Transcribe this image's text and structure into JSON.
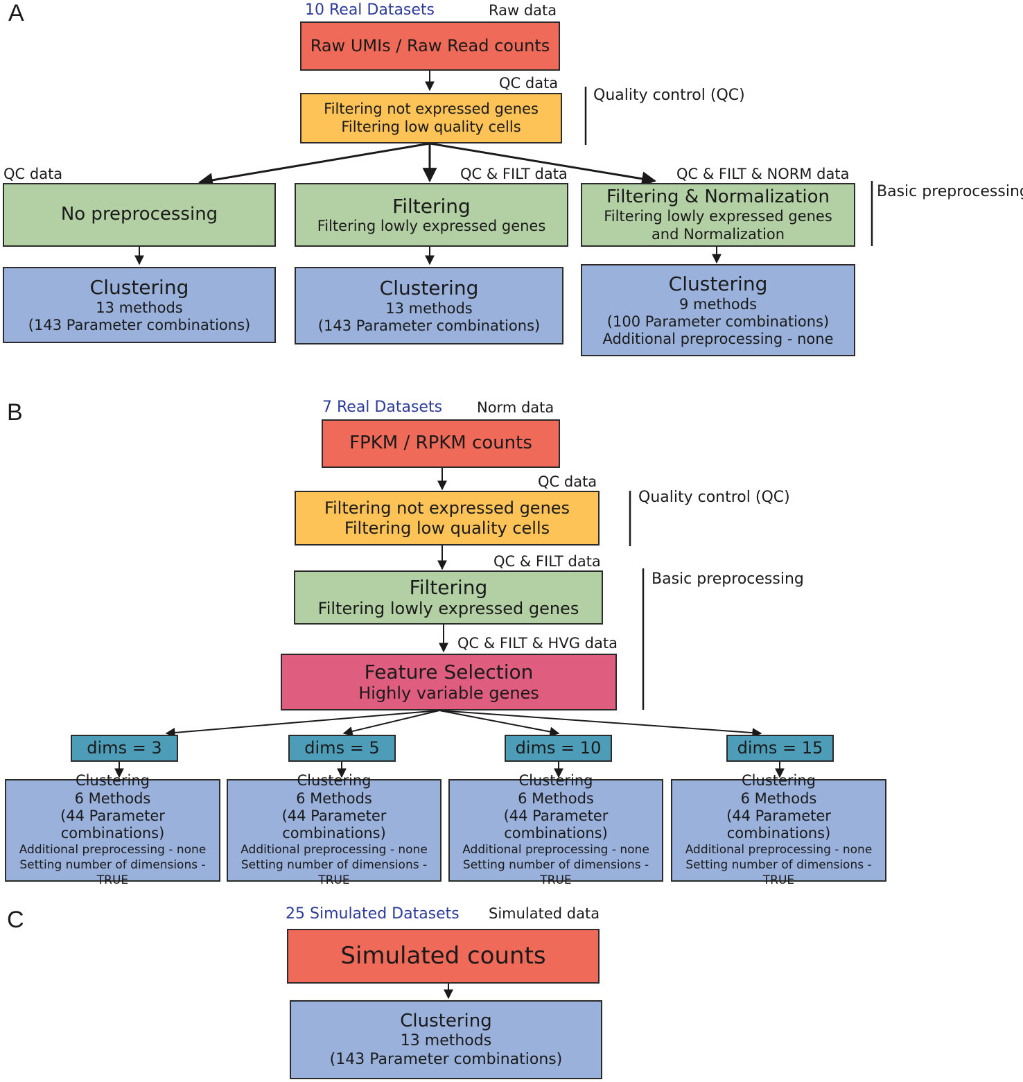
{
  "panelA": {
    "letter": "A",
    "datasets": "10 Real Datasets",
    "raw_label": "Raw data",
    "raw_box": "Raw UMIs / Raw Read counts",
    "qc_label": "QC data",
    "qc_line1": "Filtering not expressed genes",
    "qc_line2": "Filtering low quality cells",
    "qc_side": "Quality control (QC)",
    "branch1_label": "QC data",
    "branch2_label": "QC & FILT data",
    "branch3_label": "QC & FILT & NORM data",
    "basic_side": "Basic preprocessing",
    "nopre": "No preprocessing",
    "filt_title": "Filtering",
    "filt_sub": "Filtering lowly expressed genes",
    "fn_title": "Filtering & Normalization",
    "fn_sub1": "Filtering lowly expressed genes",
    "fn_sub2": "and Normalization",
    "c1_title": "Clustering",
    "c1_l2": "13 methods",
    "c1_l3": "(143 Parameter combinations)",
    "c2_title": "Clustering",
    "c2_l2": "13 methods",
    "c2_l3": "(143 Parameter combinations)",
    "c3_title": "Clustering",
    "c3_l2": "9 methods",
    "c3_l3": "(100 Parameter combinations)",
    "c3_l4": "Additional preprocessing - none"
  },
  "panelB": {
    "letter": "B",
    "datasets": "7 Real Datasets",
    "norm_label": "Norm data",
    "fpkm_box": "FPKM / RPKM counts",
    "qc_label": "QC data",
    "qc_line1": "Filtering not expressed genes",
    "qc_line2": "Filtering low quality cells",
    "qc_side": "Quality control (QC)",
    "filt_label": "QC & FILT data",
    "filt_title": "Filtering",
    "filt_sub": "Filtering lowly expressed genes",
    "basic_side": "Basic preprocessing",
    "hvg_label": "QC & FILT & HVG data",
    "fs_title": "Feature Selection",
    "fs_sub": "Highly variable genes",
    "dims": [
      {
        "label": "dims = 3"
      },
      {
        "label": "dims = 5"
      },
      {
        "label": "dims = 10"
      },
      {
        "label": "dims = 15"
      }
    ],
    "clusters": [
      {
        "l1": "Clustering",
        "l2": "6 Methods",
        "l3": "(44 Parameter combinations)",
        "l4": "Additional preprocessing - none",
        "l5": "Setting number of dimensions - TRUE"
      },
      {
        "l1": "Clustering",
        "l2": "6 Methods",
        "l3": "(44 Parameter combinations)",
        "l4": "Additional preprocessing - none",
        "l5": "Setting number of dimensions - TRUE"
      },
      {
        "l1": "Clustering",
        "l2": "6 Methods",
        "l3": "(44 Parameter combinations)",
        "l4": "Additional preprocessing - none",
        "l5": "Setting number of dimensions - TRUE"
      },
      {
        "l1": "Clustering",
        "l2": "6 Methods",
        "l3": "(44 Parameter combinations)",
        "l4": "Additional preprocessing - none",
        "l5": "Setting number of dimensions - TRUE"
      }
    ]
  },
  "panelC": {
    "letter": "C",
    "datasets": "25 Simulated Datasets",
    "sim_label": "Simulated data",
    "sim_box": "Simulated counts",
    "c_title": "Clustering",
    "c_l2": "13 methods",
    "c_l3": "(143 Parameter combinations)"
  },
  "colors": {
    "red": "#ef6a58",
    "yellow": "#fdc356",
    "green": "#b3cfa4",
    "blue": "#9ab1db",
    "pink": "#df5d7e",
    "teal": "#4d9db8",
    "dataset_text": "#2c3a9a"
  }
}
